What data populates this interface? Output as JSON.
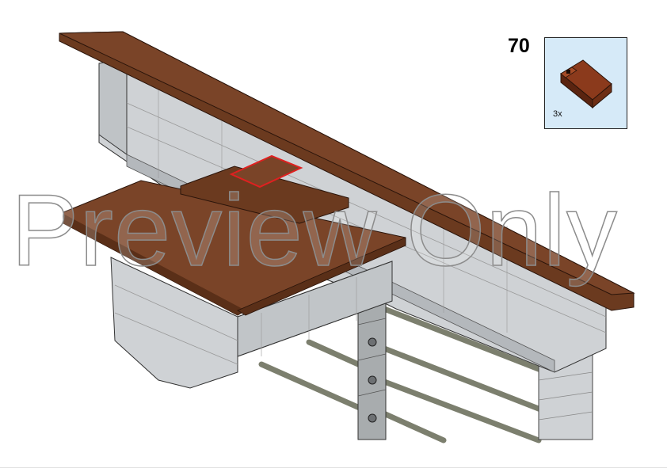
{
  "step": {
    "number": "70"
  },
  "parts": {
    "quantity": "3x",
    "color": "#8b3a1c",
    "icon": "slope-brick-icon"
  },
  "watermark": {
    "text": "Preview Only"
  },
  "colors": {
    "brown": "#6b3a1f",
    "brown_top": "#7a4428",
    "grey": "#cfd2d5",
    "grey_dark": "#b4b8bc",
    "rod": "#7c7f6e",
    "highlight": "#e02020",
    "callout_bg": "#d6eaf8"
  }
}
